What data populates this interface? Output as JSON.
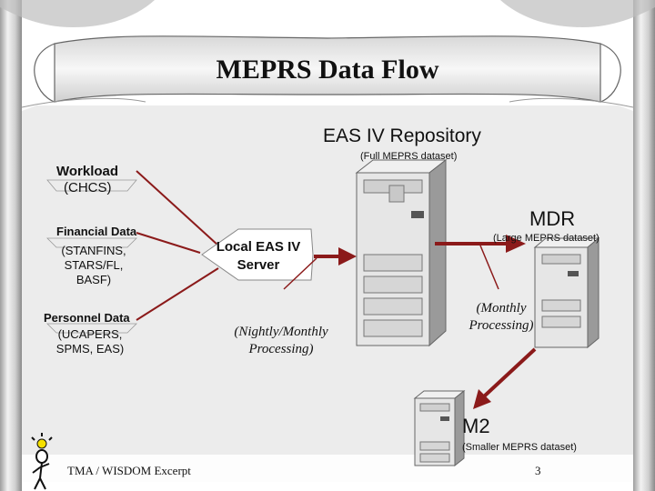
{
  "slide": {
    "title": "MEPRS Data  Flow",
    "footer": "TMA / WISDOM Excerpt",
    "page_number": "3"
  },
  "repository": {
    "title": "EAS IV Repository",
    "subtitle": "(Full MEPRS dataset)"
  },
  "sources": {
    "workload": {
      "label": "Workload",
      "sub": "(CHCS)"
    },
    "financial": {
      "label": "Financial Data",
      "sub_line1": "(STANFINS,",
      "sub_line2": "STARS/FL,",
      "sub_line3": "BASF)"
    },
    "personnel": {
      "label": "Personnel Data",
      "sub_line1": "(UCAPERS,",
      "sub_line2": "SPMS, EAS)"
    }
  },
  "local_server": {
    "line1": "Local EAS IV",
    "line2": "Server"
  },
  "processing": {
    "nightly_line1": "(Nightly/Monthly",
    "nightly_line2": "Processing)",
    "monthly_line1": "(Monthly",
    "monthly_line2": "Processing)"
  },
  "mdr": {
    "title": "MDR",
    "subtitle": "(Large MEPRS dataset)"
  },
  "m2": {
    "title": "M2",
    "subtitle": "(Smaller MEPRS dataset)"
  },
  "colors": {
    "arrow": "#8b1a1a",
    "panel": "#d9d9d9",
    "server_light": "#e6e6e6",
    "server_dark": "#9a9a9a"
  }
}
